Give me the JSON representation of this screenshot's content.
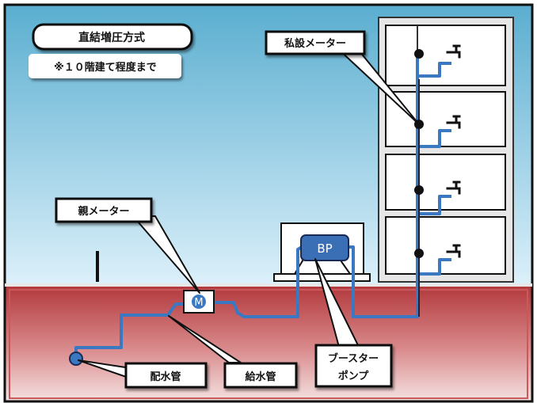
{
  "title": "直結増圧方式",
  "subtitle": "※１０階建て程度まで",
  "callouts": {
    "private_meter": "私設メーター",
    "parent_meter": "親メーター",
    "distribution_pipe": "配水管",
    "supply_pipe": "給水管",
    "booster_pump_line1": "ブースター",
    "booster_pump_line2": "ポンプ"
  },
  "symbols": {
    "meter": "M",
    "booster_pump": "BP"
  },
  "colors": {
    "sky_top": "#5aaed0",
    "sky_bottom": "#d8eef8",
    "ground_top": "#b2383c",
    "ground_bottom": "#f2dada",
    "pipe": "#3a78c2",
    "pump": "#3a6fb5"
  }
}
